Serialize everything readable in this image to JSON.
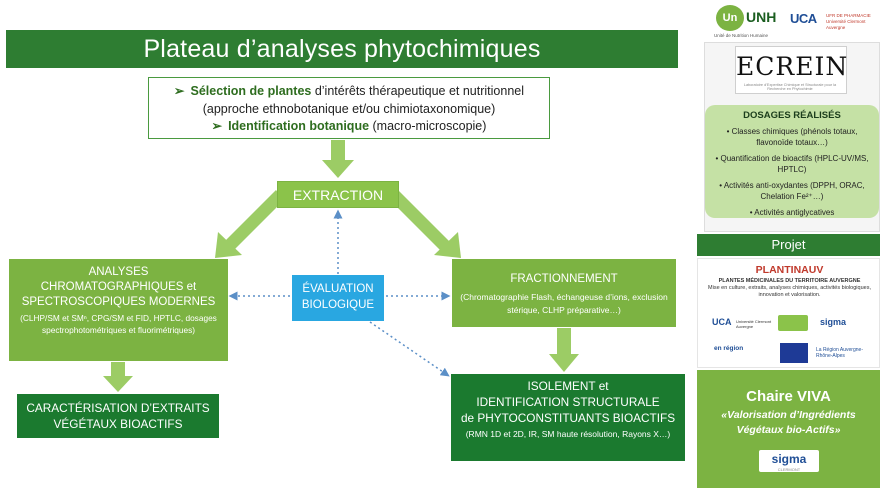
{
  "title": "Plateau d’analyses phytochimiques",
  "selection": {
    "line1_bold": "Sélection de plantes",
    "line1_rest": " d’intérêts thérapeutique et nutritionnel",
    "line2": "(approche ethnobotanique et/ou chimiotaxonomique)",
    "line3_bold": "Identification botanique",
    "line3_rest": " (macro-microscopie)"
  },
  "extraction": "EXTRACTION",
  "analyses": {
    "line1": "ANALYSES",
    "line2": "CHROMATOGRAPHIQUES et",
    "line3": "SPECTROSCOPIQUES MODERNES",
    "details": "(CLHP/SM et SMⁿ, CPG/SM et FID, HPTLC, dosages spectrophotométriques et fluorimétriques)"
  },
  "evaluation": {
    "line1": "ÉVALUATION",
    "line2": "BIOLOGIQUE"
  },
  "fractionnement": {
    "title": "FRACTIONNEMENT",
    "details": "(Chromatographie Flash, échangeuse d’ions, exclusion stérique, CLHP préparative…)"
  },
  "caracterisation": {
    "line1": "CARACTÉRISATION D’EXTRAITS",
    "line2": "VÉGÉTAUX BIOACTIFS"
  },
  "isolement": {
    "line1": "ISOLEMENT et",
    "line2": "IDENTIFICATION STRUCTURALE",
    "line3": "de PHYTOCONSTITUANTS BIOACTIFS",
    "details": "(RMN 1D et 2D, IR, SM haute résolution, Rayons X…)"
  },
  "logos_top": {
    "uhn": "UNH",
    "uhn_sub": "Unité de Nutrition Humaine",
    "uca": "UCA",
    "uca_sub": "UFR DE PHARMACIE Université Clermont Auvergne"
  },
  "ecrein": {
    "logo": "ECREIN",
    "sub": "Laboratoire d'Expertise Chimique et Structurale pour la Recherche en Phytochimie",
    "dosages_title": "DOSAGES RÉALISÉS",
    "items": [
      "Classes chimiques (phénols totaux, flavonoïde totaux…)",
      "Quantification de bioactifs (HPLC-UV/MS, HPTLC)",
      "Activités anti-oxydantes (DPPH, ORAC, Chelation Fe²⁺…)",
      "Activités antiglycatives"
    ]
  },
  "projet": "Projet",
  "plantinauv": {
    "title": "PLANTINAUV",
    "sub_line1": "PLANTES MÉDICINALES DU TERRITOIRE AUVERGNE",
    "sub_line2": "Mise en culture, extraits, analyses chimiques, activités biologiques,",
    "sub_line3": "innovation et valorisation.",
    "logo1": "UCA",
    "logo1_sub": "Université Clermont Auvergne",
    "logo2": "sigma",
    "logo3": "en région",
    "logo4": "La Région Auvergne-Rhône-Alpes"
  },
  "chaire": {
    "title": "Chaire VIVA",
    "sub_line1": "«Valorisation d’Ingrédients",
    "sub_line2": "Végétaux bio-Actifs»",
    "logo": "sigma",
    "logo_sub": "CLERMONT"
  },
  "colors": {
    "dark_green": "#1b7a2f",
    "title_green": "#2e7d32",
    "light_green": "#7cb342",
    "pale_green": "#c5e1a5",
    "blue": "#29a7e1"
  }
}
